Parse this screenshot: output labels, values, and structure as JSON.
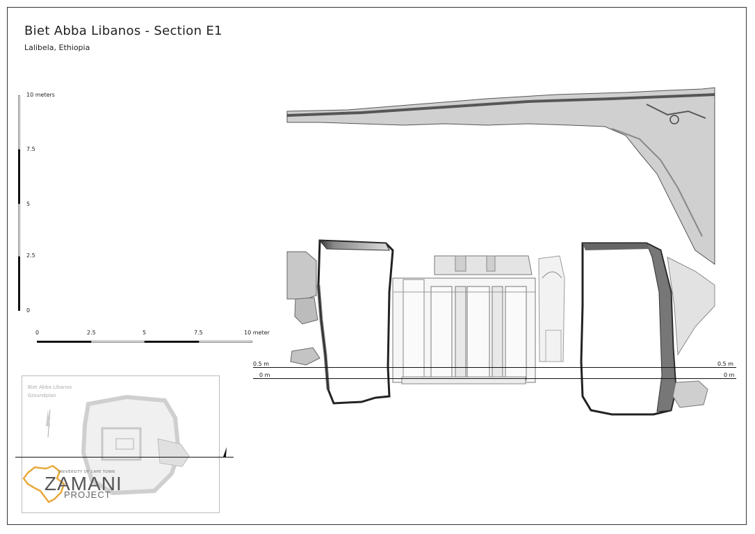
{
  "title": "Biet Abba Libanos - Section E1",
  "subtitle": "Lalibela, Ethiopia",
  "vertical_scale": {
    "top_label": "10 meters",
    "labels": [
      "7.5",
      "5",
      "2.5",
      "0"
    ]
  },
  "horizontal_scale": {
    "labels": [
      "0",
      "2.5",
      "5",
      "7.5"
    ],
    "end_label": "10 meter"
  },
  "datums": {
    "upper": "0.5 m",
    "lower": "0 m"
  },
  "inset": {
    "title": "Biet Abba Libanos",
    "subtitle": "Groundplan"
  },
  "logo": {
    "university": "UNIVERSITY OF CAPE TOWN",
    "name": "ZAMANI",
    "project": "PROJECT",
    "color": "#e8a83a"
  }
}
